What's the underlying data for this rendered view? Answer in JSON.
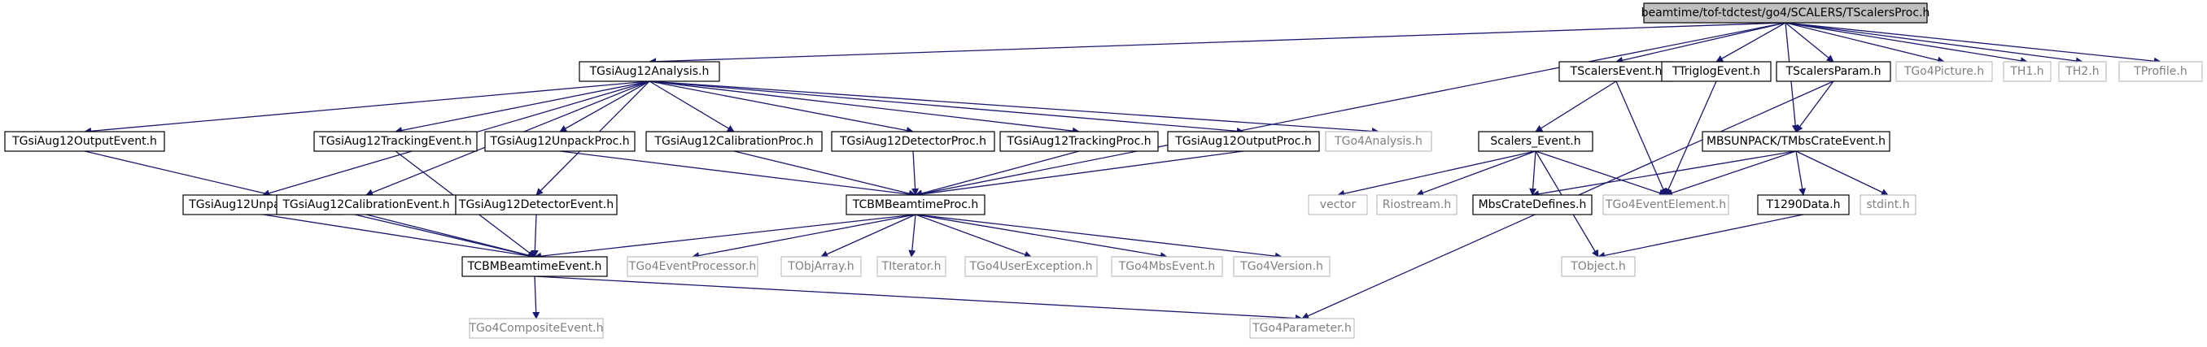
{
  "diagram": {
    "edge_color": "#191970",
    "root_fill": "#bfbfbf",
    "nodes": [
      {
        "id": "root",
        "label": "beamtime/tof-tdctest/go4/SCALERS/TScalersProc.h",
        "kind": "root"
      },
      {
        "id": "analysis",
        "label": "TGsiAug12Analysis.h",
        "kind": "solid"
      },
      {
        "id": "scalersEvent",
        "label": "TScalersEvent.h",
        "kind": "solid"
      },
      {
        "id": "triglogEvent",
        "label": "TTriglogEvent.h",
        "kind": "solid"
      },
      {
        "id": "scalersParam",
        "label": "TScalersParam.h",
        "kind": "solid"
      },
      {
        "id": "go4Picture",
        "label": "TGo4Picture.h",
        "kind": "ext"
      },
      {
        "id": "th1",
        "label": "TH1.h",
        "kind": "ext"
      },
      {
        "id": "th2",
        "label": "TH2.h",
        "kind": "ext"
      },
      {
        "id": "tprofile",
        "label": "TProfile.h",
        "kind": "ext"
      },
      {
        "id": "outputEvent",
        "label": "TGsiAug12OutputEvent.h",
        "kind": "solid"
      },
      {
        "id": "trackingEvent",
        "label": "TGsiAug12TrackingEvent.h",
        "kind": "solid"
      },
      {
        "id": "unpackProc",
        "label": "TGsiAug12UnpackProc.h",
        "kind": "solid"
      },
      {
        "id": "calibrationProc",
        "label": "TGsiAug12CalibrationProc.h",
        "kind": "solid"
      },
      {
        "id": "detectorProc",
        "label": "TGsiAug12DetectorProc.h",
        "kind": "solid"
      },
      {
        "id": "trackingProc",
        "label": "TGsiAug12TrackingProc.h",
        "kind": "solid"
      },
      {
        "id": "outputProc",
        "label": "TGsiAug12OutputProc.h",
        "kind": "solid"
      },
      {
        "id": "go4Analysis",
        "label": "TGo4Analysis.h",
        "kind": "ext"
      },
      {
        "id": "scalersEventStruct",
        "label": "Scalers_Event.h",
        "kind": "solid"
      },
      {
        "id": "mbsCrateEvent",
        "label": "MBSUNPACK/TMbsCrateEvent.h",
        "kind": "solid"
      },
      {
        "id": "unpackEvent",
        "label": "TGsiAug12UnpackEvent.h",
        "kind": "solid"
      },
      {
        "id": "calibrationEvent",
        "label": "TGsiAug12CalibrationEvent.h",
        "kind": "solid"
      },
      {
        "id": "detectorEvent",
        "label": "TGsiAug12DetectorEvent.h",
        "kind": "solid"
      },
      {
        "id": "beamtimeProc",
        "label": "TCBMBeamtimeProc.h",
        "kind": "solid"
      },
      {
        "id": "vector",
        "label": "vector",
        "kind": "ext"
      },
      {
        "id": "riostream",
        "label": "Riostream.h",
        "kind": "ext"
      },
      {
        "id": "mbsCrateDefines",
        "label": "MbsCrateDefines.h",
        "kind": "solid"
      },
      {
        "id": "go4EventElement",
        "label": "TGo4EventElement.h",
        "kind": "ext"
      },
      {
        "id": "t1290Data",
        "label": "T1290Data.h",
        "kind": "solid"
      },
      {
        "id": "stdint",
        "label": "stdint.h",
        "kind": "ext"
      },
      {
        "id": "beamtimeEvent",
        "label": "TCBMBeamtimeEvent.h",
        "kind": "solid"
      },
      {
        "id": "go4EventProcessor",
        "label": "TGo4EventProcessor.h",
        "kind": "ext"
      },
      {
        "id": "tobjArray",
        "label": "TObjArray.h",
        "kind": "ext"
      },
      {
        "id": "titerator",
        "label": "TIterator.h",
        "kind": "ext"
      },
      {
        "id": "go4UserException",
        "label": "TGo4UserException.h",
        "kind": "ext"
      },
      {
        "id": "go4MbsEvent",
        "label": "TGo4MbsEvent.h",
        "kind": "ext"
      },
      {
        "id": "go4Version",
        "label": "TGo4Version.h",
        "kind": "ext"
      },
      {
        "id": "tobject",
        "label": "TObject.h",
        "kind": "ext"
      },
      {
        "id": "go4CompositeEvent",
        "label": "TGo4CompositeEvent.h",
        "kind": "ext"
      },
      {
        "id": "go4Parameter",
        "label": "TGo4Parameter.h",
        "kind": "ext"
      }
    ],
    "edges": [
      [
        "root",
        "analysis"
      ],
      [
        "root",
        "scalersEvent"
      ],
      [
        "root",
        "triglogEvent"
      ],
      [
        "root",
        "scalersParam"
      ],
      [
        "root",
        "go4Picture"
      ],
      [
        "root",
        "th1"
      ],
      [
        "root",
        "th2"
      ],
      [
        "root",
        "tprofile"
      ],
      [
        "root",
        "mbsCrateEvent"
      ],
      [
        "root",
        "beamtimeProc"
      ],
      [
        "analysis",
        "outputEvent"
      ],
      [
        "analysis",
        "trackingEvent"
      ],
      [
        "analysis",
        "unpackProc"
      ],
      [
        "analysis",
        "calibrationProc"
      ],
      [
        "analysis",
        "detectorProc"
      ],
      [
        "analysis",
        "trackingProc"
      ],
      [
        "analysis",
        "outputProc"
      ],
      [
        "analysis",
        "go4Analysis"
      ],
      [
        "analysis",
        "unpackEvent"
      ],
      [
        "analysis",
        "calibrationEvent"
      ],
      [
        "analysis",
        "detectorEvent"
      ],
      [
        "outputEvent",
        "beamtimeEvent"
      ],
      [
        "trackingEvent",
        "beamtimeEvent"
      ],
      [
        "unpackEvent",
        "beamtimeEvent"
      ],
      [
        "calibrationEvent",
        "beamtimeEvent"
      ],
      [
        "detectorEvent",
        "beamtimeEvent"
      ],
      [
        "unpackProc",
        "beamtimeProc"
      ],
      [
        "calibrationProc",
        "beamtimeProc"
      ],
      [
        "detectorProc",
        "beamtimeProc"
      ],
      [
        "trackingProc",
        "beamtimeProc"
      ],
      [
        "outputProc",
        "beamtimeProc"
      ],
      [
        "beamtimeProc",
        "beamtimeEvent"
      ],
      [
        "beamtimeProc",
        "go4EventProcessor"
      ],
      [
        "beamtimeProc",
        "tobjArray"
      ],
      [
        "beamtimeProc",
        "titerator"
      ],
      [
        "beamtimeProc",
        "go4UserException"
      ],
      [
        "beamtimeProc",
        "go4MbsEvent"
      ],
      [
        "beamtimeProc",
        "go4Version"
      ],
      [
        "beamtimeEvent",
        "go4CompositeEvent"
      ],
      [
        "beamtimeEvent",
        "go4Parameter"
      ],
      [
        "scalersEvent",
        "scalersEventStruct"
      ],
      [
        "scalersEvent",
        "go4EventElement"
      ],
      [
        "triglogEvent",
        "go4EventElement"
      ],
      [
        "scalersParam",
        "mbsCrateEvent"
      ],
      [
        "scalersParam",
        "go4Parameter"
      ],
      [
        "scalersEventStruct",
        "vector"
      ],
      [
        "scalersEventStruct",
        "riostream"
      ],
      [
        "scalersEventStruct",
        "mbsCrateDefines"
      ],
      [
        "scalersEventStruct",
        "go4EventElement"
      ],
      [
        "scalersEventStruct",
        "tobject"
      ],
      [
        "mbsCrateEvent",
        "mbsCrateDefines"
      ],
      [
        "mbsCrateEvent",
        "go4EventElement"
      ],
      [
        "mbsCrateEvent",
        "t1290Data"
      ],
      [
        "mbsCrateEvent",
        "stdint"
      ],
      [
        "t1290Data",
        "tobject"
      ]
    ]
  }
}
